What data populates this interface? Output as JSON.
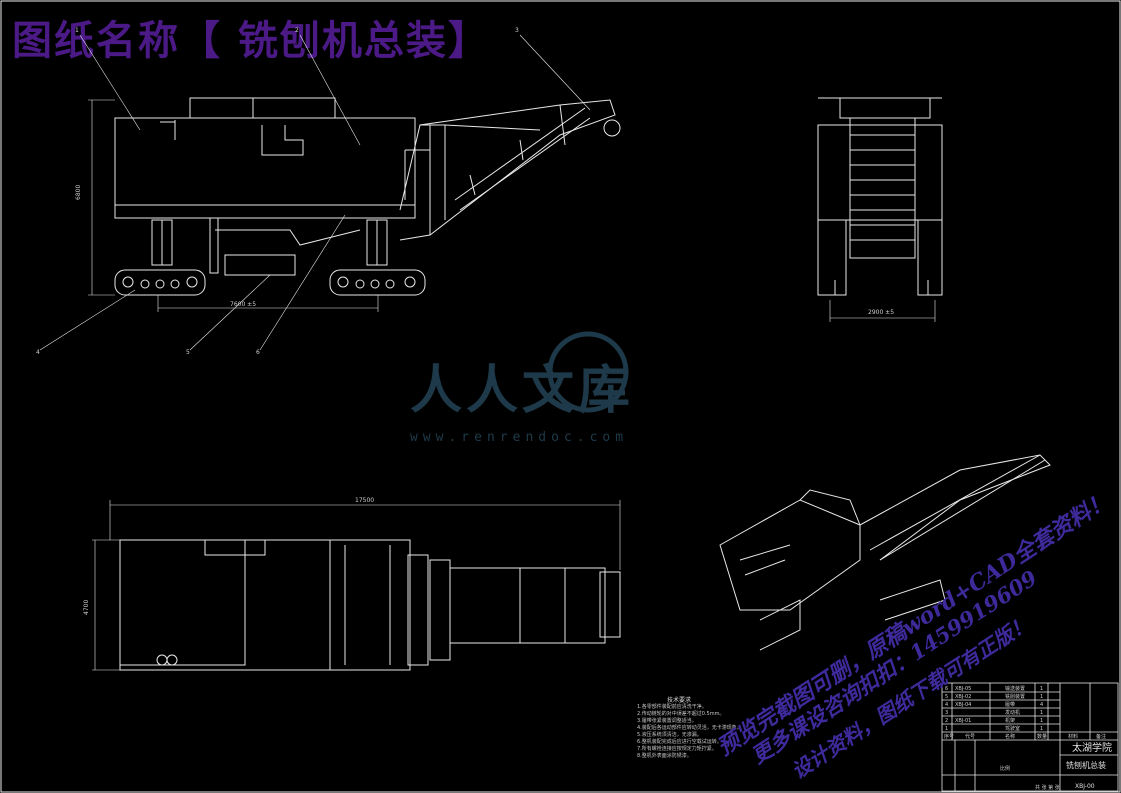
{
  "title": "图纸名称【 铣刨机总装】",
  "watermark": {
    "brand": "人人文库",
    "url": "www.renrendoc.com"
  },
  "promo": {
    "line1": "预览完截图可删，原稿word+CAD全套资料！",
    "line2": "更多课设咨询扣扣：1459919609",
    "line3": "设计资料，图纸下载可有正版！"
  },
  "dimensions": {
    "side_height": "6800",
    "side_track": "7600 ±5",
    "end_width": "2900 ±5",
    "top_length": "17500",
    "top_width": "4700"
  },
  "balloons": [
    "1",
    "2",
    "3",
    "4",
    "5",
    "6"
  ],
  "tech_notes": {
    "heading": "技术要求",
    "items": [
      "1.各零部件装配前应清洗干净。",
      "2.传动链轮的对中误差不超过0.5mm。",
      "3.履带张紧装置调整适当。",
      "4.装配后各运动部件应转动灵活，无卡滞现象。",
      "5.液压系统须清洁，无渗漏。",
      "6.整机装配完成后应进行空载试运转。",
      "7.所有螺栓连接应按规定力矩拧紧。",
      "8.整机外表面涂防锈漆。"
    ]
  },
  "title_block": {
    "school": "太湖学院",
    "drawing_name": "铣刨机总装",
    "drawing_code": "XBJ-00",
    "parts": [
      {
        "no": "6",
        "code": "XBJ-05",
        "name": "输送装置",
        "qty": "1"
      },
      {
        "no": "5",
        "code": "XBJ-02",
        "name": "铣削装置",
        "qty": "1"
      },
      {
        "no": "4",
        "code": "XBJ-04",
        "name": "履带",
        "qty": "4"
      },
      {
        "no": "3",
        "code": "",
        "name": "发动机",
        "qty": "1"
      },
      {
        "no": "2",
        "code": "XBJ-01",
        "name": "机架",
        "qty": "1"
      },
      {
        "no": "1",
        "code": "",
        "name": "驾驶室",
        "qty": "1"
      }
    ],
    "header": [
      "序号",
      "代号",
      "名称",
      "数量",
      "材料",
      "备注"
    ],
    "scale_label": "比例",
    "sheet_label": "共 张 第 张"
  }
}
